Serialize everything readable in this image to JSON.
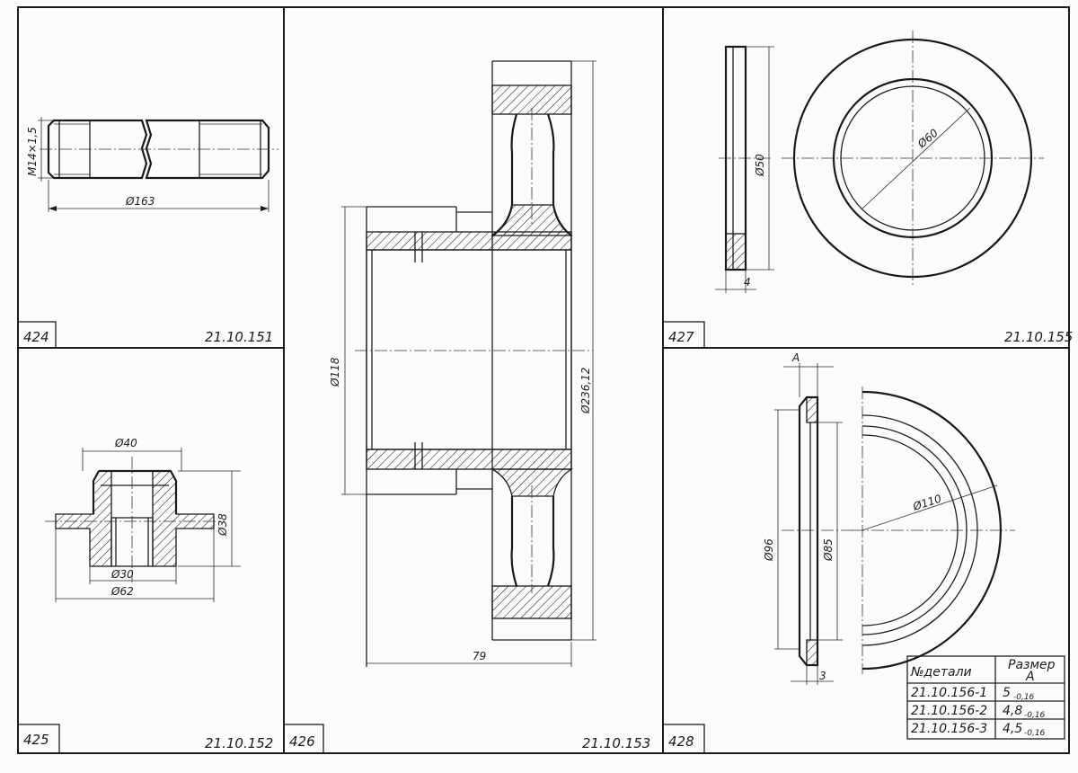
{
  "panels": {
    "p424": {
      "number": "424",
      "code": "21.10.151",
      "dims": {
        "thread": "M14×1,5",
        "length": "Ø163"
      }
    },
    "p425": {
      "number": "425",
      "code": "21.10.152",
      "dims": {
        "d40": "Ø40",
        "d38": "Ø38",
        "d30": "Ø30",
        "d62": "Ø62"
      }
    },
    "p426": {
      "number": "426",
      "code": "21.10.153",
      "dims": {
        "d118": "Ø118",
        "d236": "Ø236,12",
        "len79": "79"
      }
    },
    "p427": {
      "number": "427",
      "code": "21.10.155",
      "dims": {
        "d50": "Ø50",
        "d60": "Ø60",
        "t4": "4"
      }
    },
    "p428": {
      "number": "428",
      "dims": {
        "a": "A",
        "d96": "Ø96",
        "d85": "Ø85",
        "d110": "Ø110",
        "t3": "3"
      },
      "table": {
        "header_part": "№детали",
        "header_size": "Размер",
        "header_size_sub": "A",
        "rows": [
          {
            "part": "21.10.156-1",
            "size_main": "5",
            "size_tol": "-0,16"
          },
          {
            "part": "21.10.156-2",
            "size_main": "4,8",
            "size_tol": "-0,16"
          },
          {
            "part": "21.10.156-3",
            "size_main": "4,5",
            "size_tol": "-0,16"
          }
        ]
      }
    }
  }
}
